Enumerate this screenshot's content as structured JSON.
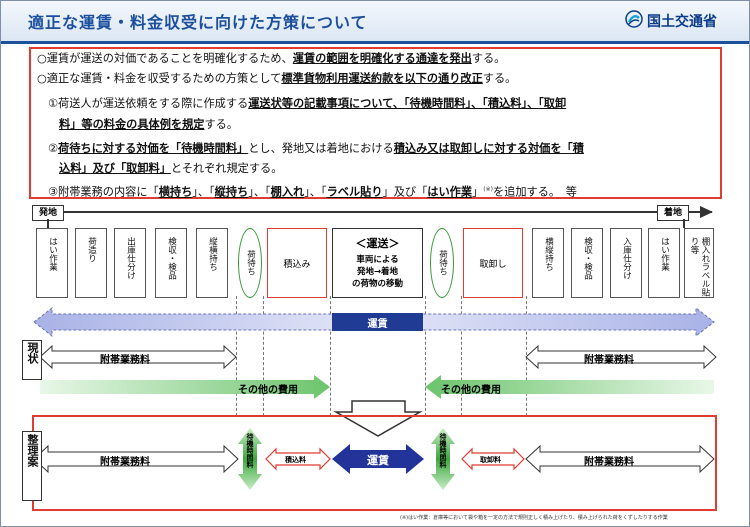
{
  "header": {
    "title": "適正な運賃・料金収受に向けた方策について",
    "ministry": "国土交通省"
  },
  "summary_lines": {
    "l1_a": "○運賃が運送の対価であることを明確化するため、",
    "l1_b": "運賃の範囲を明確化する通達を発出",
    "l1_c": "する。",
    "l2_a": "○適正な運賃・料金を収受するための方策として",
    "l2_b": "標準貨物利用運送約款を以下の通り改正",
    "l2_c": "する。",
    "l3_a": "①荷送人が運送依頼をする際に作成する",
    "l3_b": "運送状等の記載事項について、「待機時間料」、「積込料」、「取卸",
    "l4_b": "料」等の料金の具体例を規定",
    "l4_c": "する。",
    "l5_a": "②",
    "l5_b": "荷待ちに対する対価を「待機時間料」",
    "l5_c": "とし、発地又は着地における",
    "l5_d": "積込み又は取卸しに対する対価を「積",
    "l6_b": "込料」及び「取卸料」",
    "l6_c": "とそれぞれ規定する。",
    "l7_a": "③附帯業務の内容に「",
    "l7_b": "横持ち",
    "l7_c": "」、「",
    "l7_d": "縦持ち",
    "l7_e": "」、「",
    "l7_f": "棚入れ",
    "l7_g": "」、「",
    "l7_h": "ラベル貼り",
    "l7_i": "」及び「",
    "l7_j": "はい作業",
    "l7_k": "」",
    "l7_note": "(※)",
    "l7_l": "を追加する。　等"
  },
  "timeline": {
    "start": "発地",
    "end": "着地"
  },
  "columns": {
    "c1": "はい作業",
    "c2": "荷造り",
    "c3": "出庫仕分け",
    "c4": "検収・検品",
    "c5": "縦横持ち",
    "c6": "荷待ち",
    "c7": "積込み",
    "c8_title": "＜運送＞",
    "c8_body1": "車両による",
    "c8_body2": "発地→着地",
    "c8_body3": "の荷物の移動",
    "c9": "荷待ち",
    "c10": "取卸し",
    "c11": "横縦持ち",
    "c12": "検収・検品",
    "c13": "入庫仕分け",
    "c14": "はい作業",
    "c15": "棚入れラベル貼り等"
  },
  "current": {
    "label": "現状",
    "fare": "運賃",
    "ancillary_left": "附帯業務料",
    "ancillary_right": "附帯業務料",
    "other_left": "その他の費用",
    "other_right": "その他の費用"
  },
  "proposal": {
    "label": "整理案",
    "ancillary_left": "附帯業務料",
    "ancillary_right": "附帯業務料",
    "wait_left": "待機時間料",
    "load": "積込料",
    "fare": "運賃",
    "wait_right": "待機時間料",
    "unload": "取卸料"
  },
  "footnote": "(※)はい作業：倉庫等において袋や箱を一定の方法で規則正しく積み上げたり、積み上げられた荷をくずしたりする作業",
  "colors": {
    "accent": "#1c4f9c",
    "red": "#e03c31",
    "green": "#3a9a3a"
  }
}
